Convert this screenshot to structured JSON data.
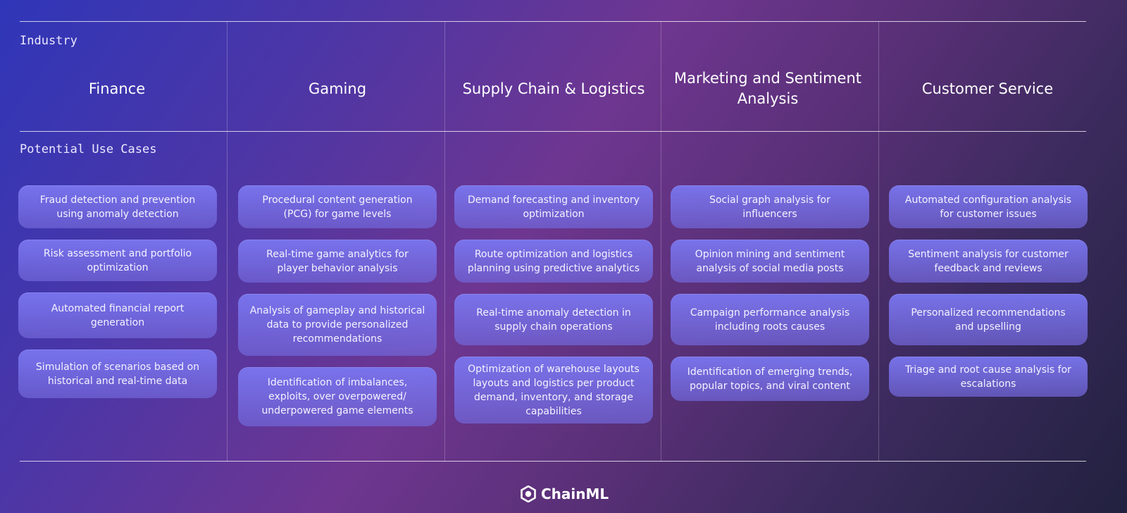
{
  "labels": {
    "industry": "Industry",
    "use_cases": "Potential Use Cases"
  },
  "columns": [
    {
      "title": "Finance",
      "cards": [
        "Fraud detection and prevention using anomaly detection",
        "Risk assessment and portfolio optimization",
        "Automated financial report generation",
        "Simulation of scenarios based on historical and real-time data"
      ]
    },
    {
      "title": "Gaming",
      "cards": [
        "Procedural content generation (PCG) for game levels",
        "Real-time game analytics for player behavior analysis",
        "Analysis of gameplay and historical data to provide personalized recommendations",
        "Identification of imbalances, exploits, over overpowered/ underpowered game elements"
      ]
    },
    {
      "title": "Supply Chain & Logistics",
      "cards": [
        "Demand forecasting and inventory optimization",
        "Route optimization and logistics planning using predictive analytics",
        "Real-time anomaly detection in supply chain operations",
        "Optimization of warehouse layouts layouts and logistics per product demand, inventory, and storage capabilities"
      ]
    },
    {
      "title": "Marketing and Sentiment Analysis",
      "cards": [
        "Social graph analysis for influencers",
        "Opinion mining and sentiment analysis of social media posts",
        "Campaign performance analysis including roots causes",
        "Identification of emerging trends, popular topics, and viral content"
      ]
    },
    {
      "title": "Customer Service",
      "cards": [
        "Automated configuration analysis for customer issues",
        "Sentiment analysis for customer feedback and reviews",
        "Personalized recommendations and upselling",
        "Triage and root cause analysis for escalations"
      ]
    }
  ],
  "logo": {
    "text": "ChainML",
    "icon": "chainml-hexagon-icon"
  }
}
